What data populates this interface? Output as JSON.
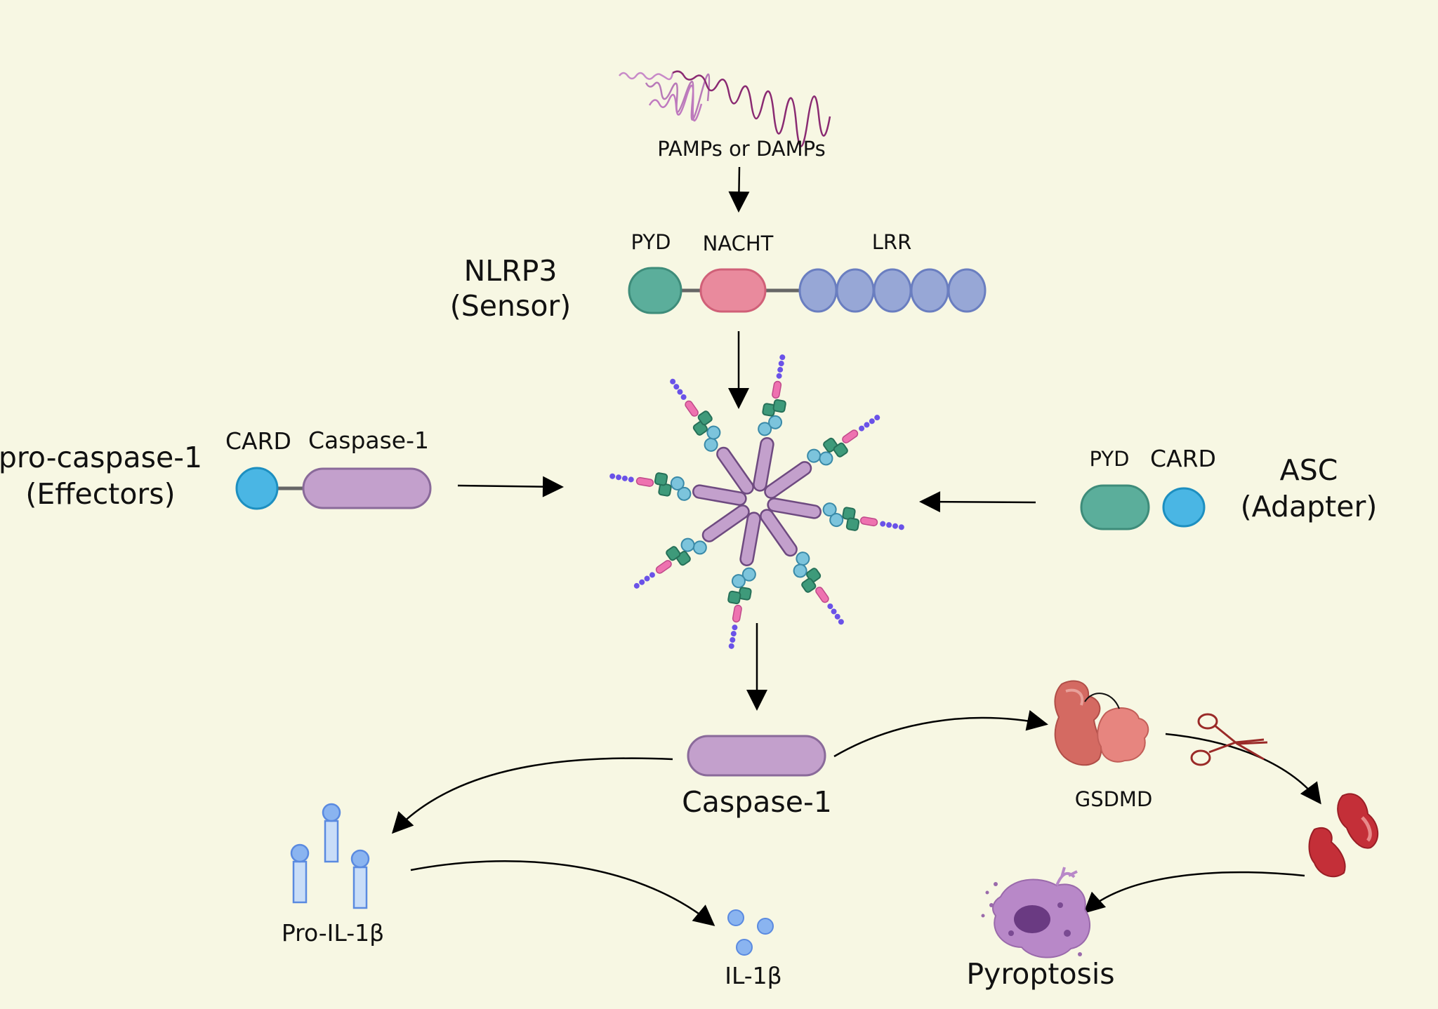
{
  "background": "#f7f7e3",
  "labels": {
    "pamps": "PAMPs or DAMPs",
    "nlrp3_pyd": "PYD",
    "nlrp3_nacht": "NACHT",
    "nlrp3_lrr": "LRR",
    "nlrp3_line1": "NLRP3",
    "nlrp3_line2": "(Sensor)",
    "pro_card": "CARD",
    "pro_caspase": "Caspase-1",
    "pro_line1": "pro-caspase-1",
    "pro_line2": "(Effectors)",
    "asc_pyd": "PYD",
    "asc_card": "CARD",
    "asc_line1": "ASC",
    "asc_line2": "(Adapter)",
    "caspase1": "Caspase-1",
    "gsdmd": "GSDMD",
    "pro_il1b": "Pro-IL-1β",
    "il1b": "IL-1β",
    "pyroptosis": "Pyroptosis"
  },
  "colors": {
    "pyd_green": "#5bae9b",
    "nacht_pink": "#e98a9d",
    "lrr_blue": "#97a7d6",
    "card_cyan": "#4ab6e4",
    "caspase_purple": "#c3a0cc",
    "gsdmd_red": "#d46a62",
    "il1b_blue": "#8ab4f0",
    "pyroptosis_purple": "#b888c8"
  }
}
